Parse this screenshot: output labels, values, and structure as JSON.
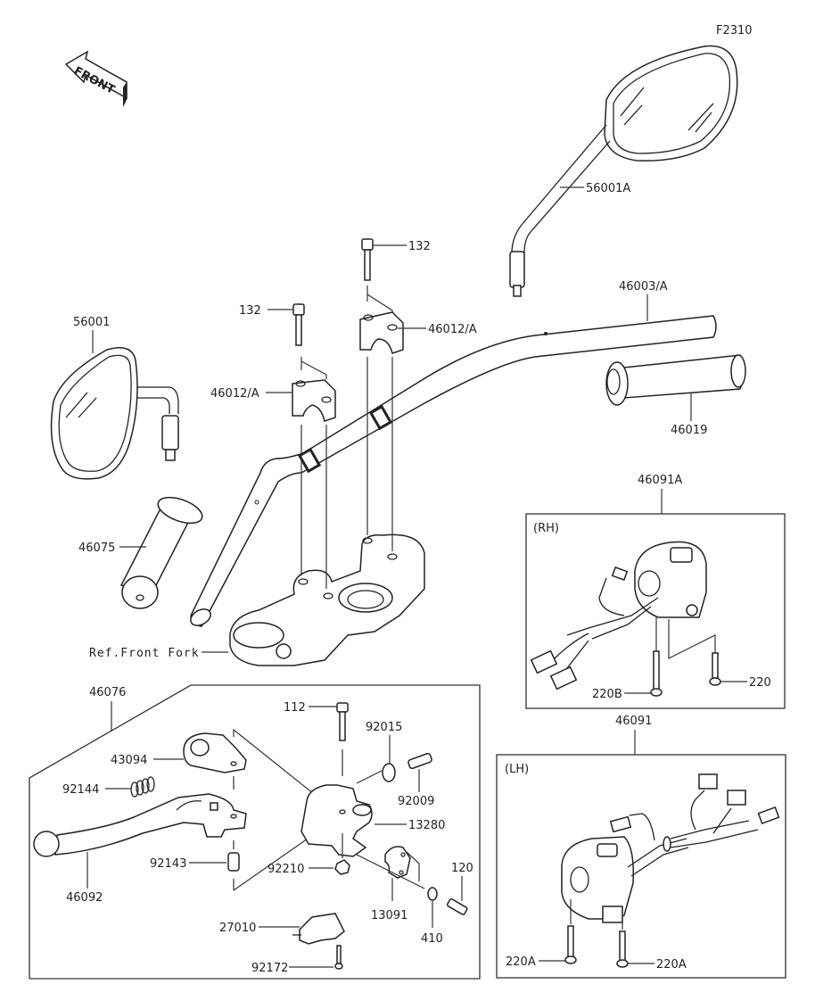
{
  "diagram": {
    "code": "F2310",
    "front_arrow": "FRONT",
    "labels": {
      "mirror_right": "56001A",
      "mirror_left": "56001",
      "bolt_top": "132",
      "bolt_left": "132",
      "holder_right": "46012/A",
      "holder_left": "46012/A",
      "handlebar": "46003/A",
      "grip_right": "46019",
      "grip_left": "46075",
      "front_fork_ref": "Ref.Front Fork",
      "rh_switch_assy": "46091A",
      "rh_side": "(RH)",
      "rh_screw_b": "220B",
      "rh_screw": "220",
      "lh_switch_assy": "46091",
      "lh_side": "(LH)",
      "lh_screw_1": "220A",
      "lh_screw_2": "220A",
      "lever_assy": "46076",
      "bolt_112": "112",
      "adjuster": "92015",
      "cable_adjuster": "92009",
      "adjuster_plate": "43094",
      "spring": "92144",
      "holder_body": "13280",
      "lever": "46092",
      "collar": "92143",
      "clamp": "13091",
      "bolt_120": "120",
      "nut": "92210",
      "washer": "410",
      "switch": "27010",
      "screw": "92172"
    }
  }
}
